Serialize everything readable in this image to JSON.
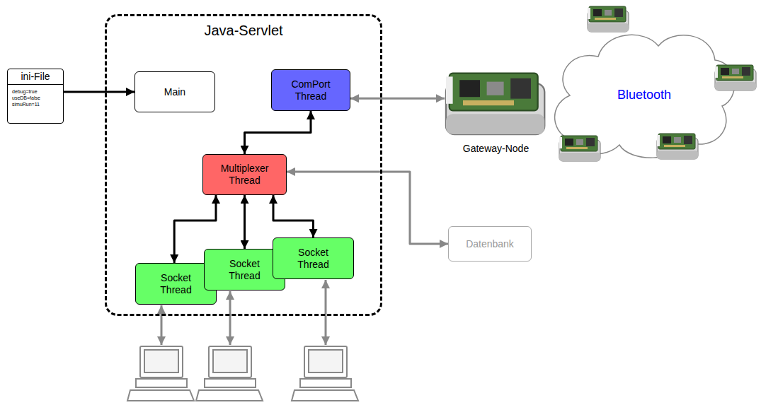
{
  "diagram": {
    "nodes": [
      {
        "text": [
          "ini-File",
          "debug=true",
          "useDB=false",
          "simuRun=11"
        ]
      },
      {
        "text": [
          "Java-Servlet"
        ]
      },
      {
        "text": [
          "Main"
        ],
        "in": 1
      },
      {
        "text": [
          "ComPort Thread"
        ],
        "in": 1
      },
      {
        "text": [
          "Multiplexer Thread"
        ],
        "in": 1
      },
      {
        "text": [
          "Socket Thread"
        ],
        "in": 1
      },
      {
        "text": [
          "Socket Thread"
        ],
        "in": 1
      },
      {
        "text": [
          "Socket Thread"
        ],
        "in": 1
      },
      {
        "text": [
          "Gateway-Node"
        ]
      },
      {
        "text": [
          "Bluetooth"
        ]
      },
      {
        "text": [
          "Datenbank"
        ]
      }
    ],
    "edges": [
      {
        "from": 0,
        "to": 2,
        "arrow": "to"
      },
      {
        "from": 3,
        "to": 8,
        "arrow": "both"
      },
      {
        "from": 4,
        "to": 3,
        "arrow": "both"
      },
      {
        "from": 4,
        "to": 5,
        "arrow": "both"
      },
      {
        "from": 4,
        "to": 6,
        "arrow": "both"
      },
      {
        "from": 4,
        "to": 7,
        "arrow": "both"
      },
      {
        "from": 4,
        "to": 10,
        "arrow": "both"
      }
    ]
  }
}
